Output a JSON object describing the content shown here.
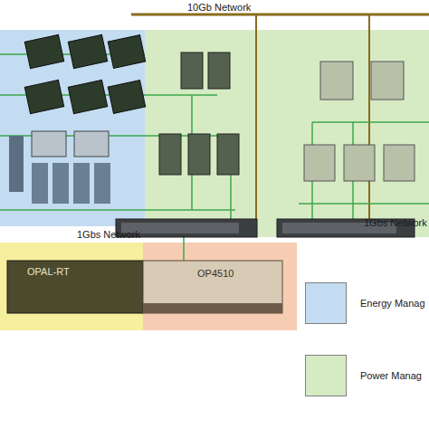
{
  "diagram": {
    "nodes": [
      {
        "text": [
          "1Gbs Network"
        ]
      },
      {
        "text": [
          "1Gbs Network"
        ]
      },
      {
        "text": [
          "OPAL-RT"
        ]
      },
      {
        "text": [
          "OP4510"
        ]
      }
    ],
    "labels": [
      "10Gb Network"
    ],
    "legend": [
      {
        "text": "Energy Manag",
        "color": "#c3dcf1"
      },
      {
        "text": "Power Manag",
        "color": "#d6ebc4"
      }
    ]
  }
}
